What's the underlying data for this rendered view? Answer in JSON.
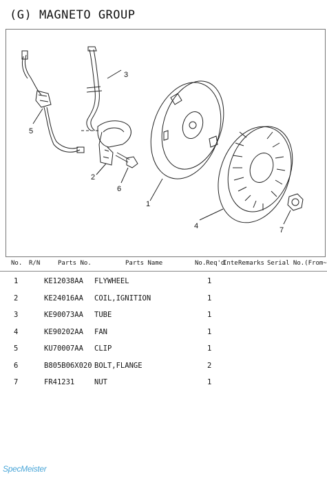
{
  "page": {
    "title": "(G) MAGNETO GROUP",
    "watermark": "SpecMeister"
  },
  "diagram": {
    "callouts": [
      "1",
      "2",
      "3",
      "4",
      "5",
      "6",
      "7"
    ]
  },
  "table": {
    "headers": {
      "no": "No.",
      "rn": "R/N",
      "parts_no": "Parts No.",
      "parts_name": "Parts Name",
      "req": "No.Req'd",
      "inte": "Inte",
      "remarks": "Remarks",
      "serial": "Serial No.(From~To)"
    },
    "rows": [
      {
        "no": "1",
        "parts_no": "KE12038AA",
        "name": "FLYWHEEL",
        "qty": "1"
      },
      {
        "no": "2",
        "parts_no": "KE24016AA",
        "name": "COIL,IGNITION",
        "qty": "1"
      },
      {
        "no": "3",
        "parts_no": "KE90073AA",
        "name": "TUBE",
        "qty": "1"
      },
      {
        "no": "4",
        "parts_no": "KE90202AA",
        "name": "FAN",
        "qty": "1"
      },
      {
        "no": "5",
        "parts_no": "KU70007AA",
        "name": "CLIP",
        "qty": "1"
      },
      {
        "no": "6",
        "parts_no": "B805B06X020",
        "name": "BOLT,FLANGE",
        "qty": "2"
      },
      {
        "no": "7",
        "parts_no": "FR41231",
        "name": "NUT",
        "qty": "1"
      }
    ]
  }
}
